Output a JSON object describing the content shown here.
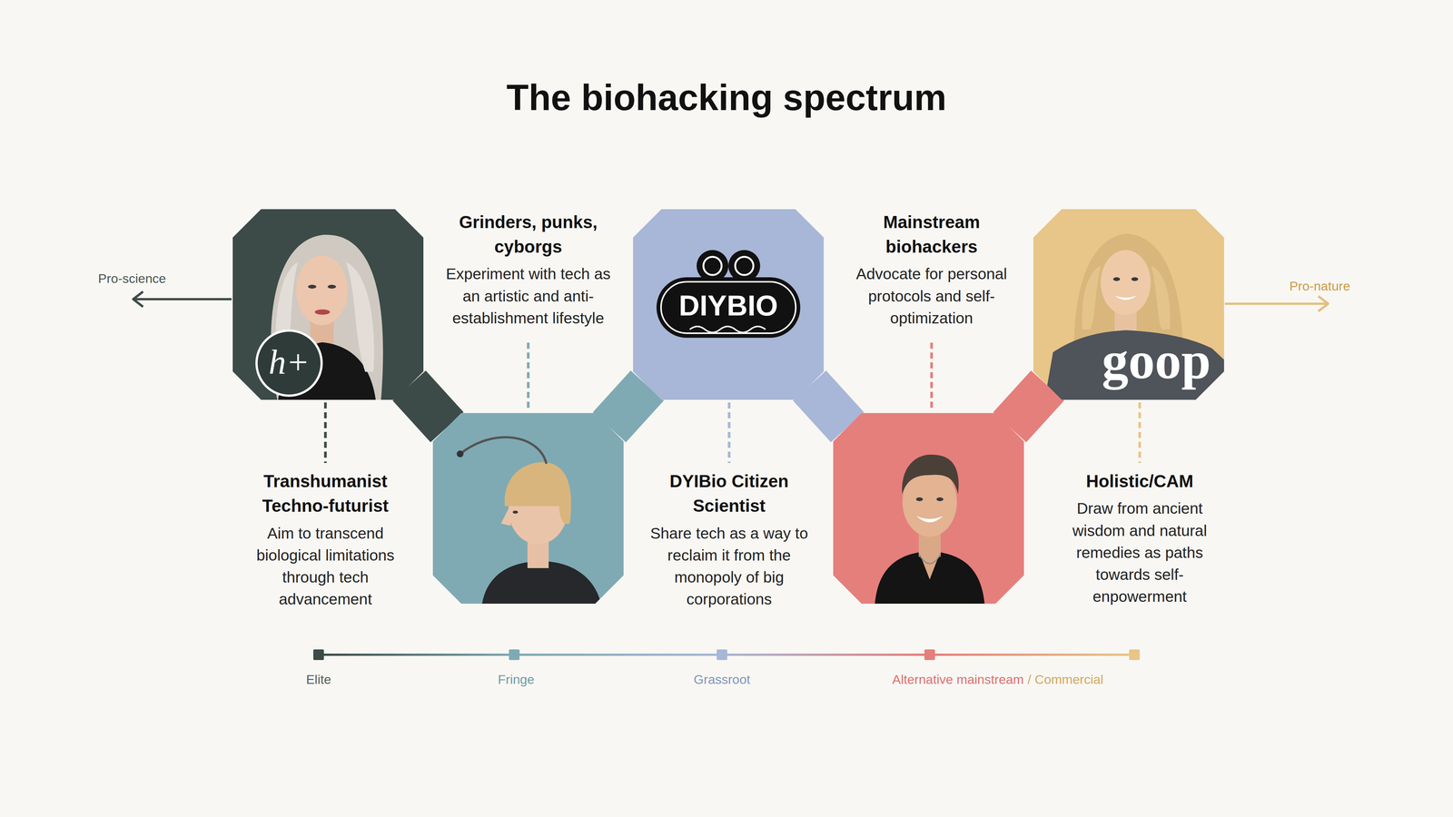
{
  "diagram": {
    "title": "The biohacking spectrum",
    "nodes": [
      {
        "text": [
          "Transhumanist Techno-futurist",
          "Aim to transcend biological limitations through tech advancement"
        ]
      },
      {
        "text": [
          "Grinders, punks, cyborgs",
          "Experiment with tech as an artistic and anti-establishment lifestyle"
        ]
      },
      {
        "text": [
          "DYIBio Citizen Scientist",
          "Share tech as a way to reclaim it from the monopoly of big corporations"
        ]
      },
      {
        "text": [
          "Mainstream biohackers",
          "Advocate for personal protocols and self-optimization"
        ]
      },
      {
        "text": [
          "Holistic/CAM",
          "Draw from ancient wisdom and natural remedies as paths towards self-enpowerment"
        ]
      }
    ],
    "edges": [
      {
        "from": 0,
        "to": 1,
        "arrow": "none"
      },
      {
        "from": 1,
        "to": 2,
        "arrow": "none"
      },
      {
        "from": 2,
        "to": 3,
        "arrow": "none"
      },
      {
        "from": 3,
        "to": 4,
        "arrow": "none"
      }
    ],
    "labels": [
      "Pro-science",
      "h+",
      "DIYBIO",
      "goop",
      "Pro-nature"
    ],
    "legend": [
      {
        "text": "Elite",
        "color": "#3c4b47"
      },
      {
        "text": "Fringe",
        "color": "#7faab3"
      },
      {
        "text": "Grassroot",
        "color": "#a8b7d7"
      },
      {
        "text": "Alternative mainstream",
        "color": "#e57f7c"
      },
      {
        "text": "/ Commercial",
        "color": "#e8c588"
      }
    ]
  }
}
